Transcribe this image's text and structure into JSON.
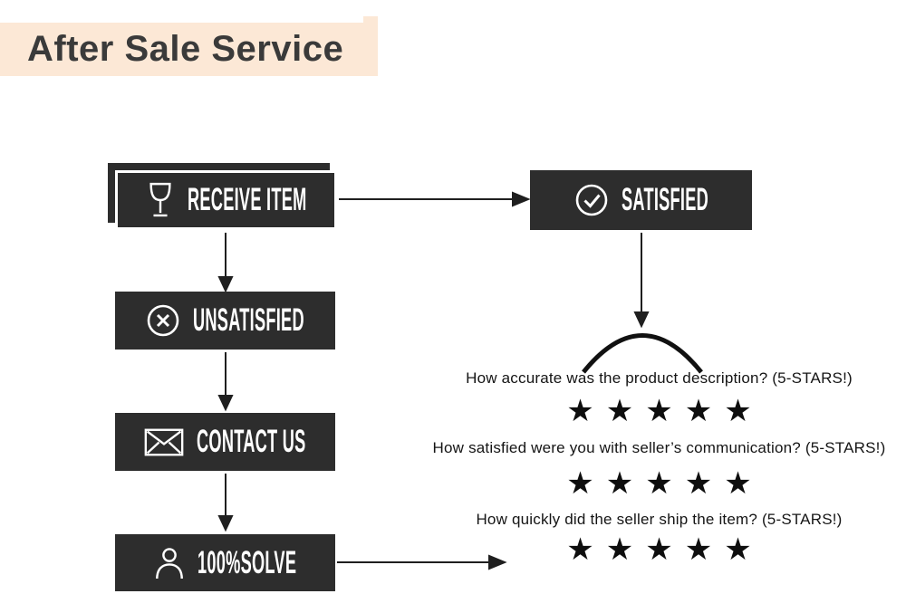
{
  "header": {
    "title": "After Sale Service"
  },
  "colors": {
    "header_bg": "#fce8d6",
    "header_text": "#3a3a3a",
    "box_bg": "#2d2d2d",
    "box_text": "#ffffff",
    "arrow": "#1f1f1f",
    "star": "#0e0e0e"
  },
  "flow": {
    "boxes": [
      {
        "id": "receive-item",
        "label": "RECEIVE ITEM",
        "icon": "wine-glass-icon"
      },
      {
        "id": "satisfied",
        "label": "SATISFIED",
        "icon": "check-circle-icon"
      },
      {
        "id": "unsatisfied",
        "label": "UNSATISFIED",
        "icon": "x-circle-icon"
      },
      {
        "id": "contact-us",
        "label": "CONTACT US",
        "icon": "envelope-icon"
      },
      {
        "id": "solve",
        "label": "100%SOLVE",
        "icon": "person-icon"
      }
    ]
  },
  "feedback": {
    "questions": [
      {
        "text": "How accurate was the product description? (5-STARS!)",
        "stars_count": 5,
        "stars": "★★★★★"
      },
      {
        "text": "How satisfied were you with seller’s communication? (5-STARS!)",
        "stars_count": 5,
        "stars": "★★★★★"
      },
      {
        "text": "How quickly did the seller ship the item? (5-STARS!)",
        "stars_count": 5,
        "stars": "★★★★★"
      }
    ]
  }
}
